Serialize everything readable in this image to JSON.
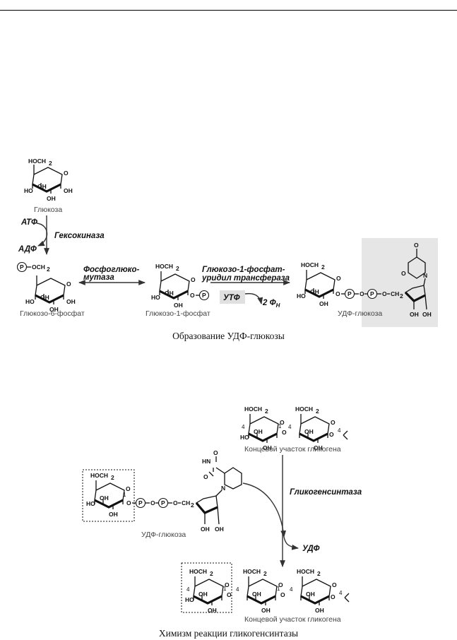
{
  "section1": {
    "caption": "Образование УДФ-глюкозы",
    "glucose_label": "Глюкоза",
    "g6p_label": "Глюкозо-6-фосфат",
    "g1p_label": "Глюкозо-1-фосфат",
    "udpg_label": "УДФ-глюкоза",
    "atp": "АТФ",
    "adp": "АДФ",
    "hexokinase": "Гексокиназа",
    "phosphoglucomutase_line1": "Фосфоглюко-",
    "phosphoglucomutase_line2": "мутаза",
    "uridylyl_line1": "Глюкозо-1-фосфат-",
    "uridylyl_line2": "уридил трансфераза",
    "utp": "УТФ",
    "ppi": "2 Ф",
    "ppi_sub": "Н"
  },
  "section2": {
    "caption": "Химизм реакции гликогенсинтазы",
    "glycogen_end_label": "Концевой участок гликогена",
    "glycogen_end_label_2": "Концевой участок гликогена",
    "udpg_label": "УДФ-глюкоза",
    "glycogen_synthase": "Гликогенсинтаза",
    "udp": "УДФ"
  },
  "chem": {
    "hoch2": "HOCH",
    "sub2": "2",
    "oh": "OH",
    "ho": "HO",
    "o": "O",
    "p": "P",
    "n": "N",
    "hn": "HN",
    "och2": "OCH",
    "ch2": "CH",
    "n1": "1",
    "n4": "4"
  },
  "colors": {
    "udp_highlight": "#e6e6e6",
    "text": "#111111",
    "label": "#444444"
  }
}
